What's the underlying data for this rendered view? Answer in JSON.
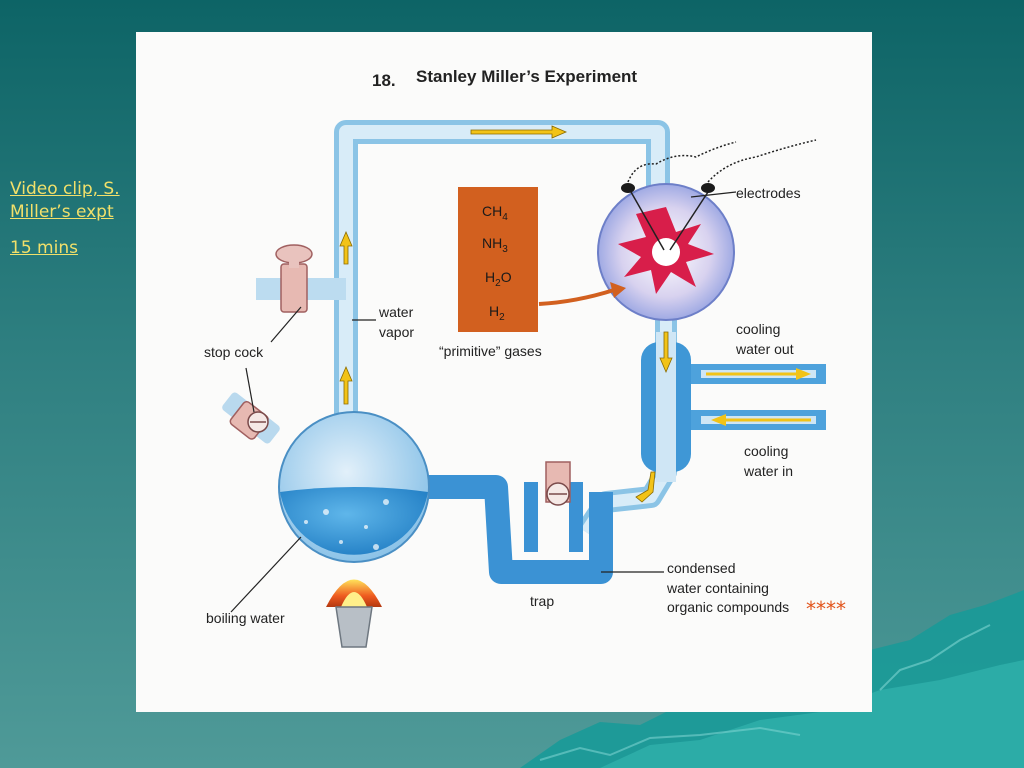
{
  "side_links": [
    {
      "line1": "Video clip, S.",
      "line2": "Miller’s expt"
    },
    {
      "line1": "15 mins"
    }
  ],
  "figure": {
    "title_number": "18.",
    "title": "Stanley Miller’s Experiment",
    "gases": [
      "CH4",
      "NH3",
      "H2O",
      "H2"
    ],
    "gas_subscripts": [
      "4",
      "3",
      "2",
      "2"
    ],
    "gas_bases": [
      "CH",
      "NH",
      "H",
      "H"
    ],
    "gas_suffix": [
      "",
      "",
      "O",
      ""
    ],
    "labels": {
      "primitive_gases": "“primitive” gases",
      "electrodes": "electrodes",
      "water_vapor_1": "water",
      "water_vapor_2": "vapor",
      "stop_cock": "stop cock",
      "cooling_out_1": "cooling",
      "cooling_out_2": "water out",
      "cooling_in_1": "cooling",
      "cooling_in_2": "water in",
      "condensed_1": "condensed",
      "condensed_2": "water containing",
      "condensed_3": "organic compounds",
      "trap": "trap",
      "boiling_water": "boiling water",
      "stars": "****"
    }
  },
  "colors": {
    "tube": "#5aa8dc",
    "tube_light": "#cfe6f5",
    "gas_box": "#d2601f",
    "arrow_yellow": "#f2c318",
    "flame": "#ef5a1f",
    "spark": "#d81e4a"
  }
}
